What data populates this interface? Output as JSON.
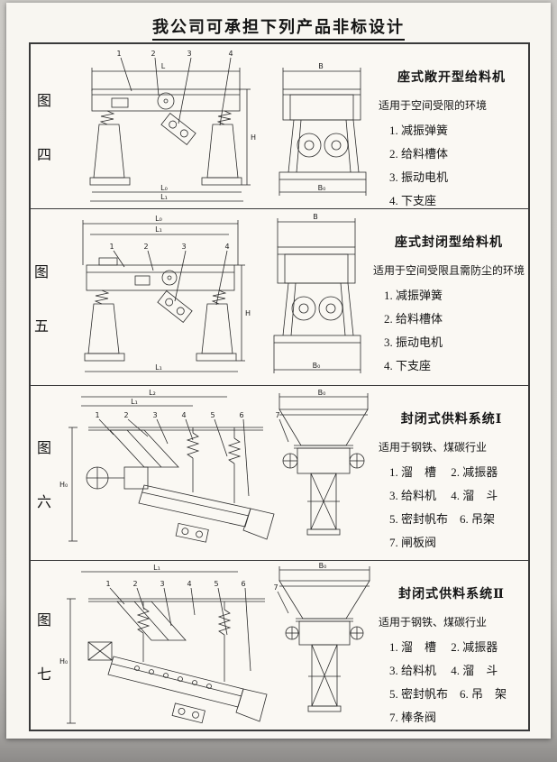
{
  "page": {
    "title": "我公司可承担下列产品非标设计"
  },
  "rows": [
    {
      "figure": [
        "图",
        "四"
      ],
      "product_title": "座式敞开型给料机",
      "application": "适用于空间受限的环境",
      "parts": [
        "1. 减振弹簧",
        "2. 给料槽体",
        "3. 振动电机",
        "4. 下支座"
      ],
      "callouts": [
        "1",
        "2",
        "3",
        "4"
      ],
      "dims": {
        "l": "L",
        "l0": "L₀",
        "l1": "L₁",
        "h": "H",
        "b": "B",
        "b0": "B₀"
      }
    },
    {
      "figure": [
        "图",
        "五"
      ],
      "product_title": "座式封闭型给料机",
      "application": "适用于空间受限且需防尘的环境",
      "parts": [
        "1. 减振弹簧",
        "2. 给料槽体",
        "3. 振动电机",
        "4. 下支座"
      ],
      "callouts": [
        "1",
        "2",
        "3",
        "4"
      ],
      "dims": {
        "l0": "L₀",
        "l1": "L₁",
        "h": "H",
        "b": "B",
        "b0": "B₀"
      }
    },
    {
      "figure": [
        "图",
        "六"
      ],
      "product_title": "封闭式供料系统Ⅰ",
      "application": "适用于钢铁、煤碳行业",
      "parts": [
        "1. 溜　槽　 2. 减振器",
        "3. 给料机　 4. 溜　斗",
        "5. 密封帆布　6. 吊架",
        "7. 闸板阀"
      ],
      "callouts": [
        "1",
        "2",
        "3",
        "4",
        "5",
        "6",
        "7"
      ],
      "dims": {
        "l2": "L₂",
        "l1": "L₁",
        "h0": "H₀",
        "b0": "B₀"
      }
    },
    {
      "figure": [
        "图",
        "七"
      ],
      "product_title": "封闭式供料系统Ⅱ",
      "application": "适用于钢铁、煤碳行业",
      "parts": [
        "1. 溜　槽　 2. 减振器",
        "3. 给料机　 4. 溜　斗",
        "5. 密封帆布　6. 吊　架",
        "7. 棒条阀"
      ],
      "callouts": [
        "1",
        "2",
        "3",
        "4",
        "5",
        "6",
        "7"
      ],
      "dims": {
        "l1": "L₁",
        "h0": "H₀",
        "b0": "B₀"
      }
    }
  ]
}
